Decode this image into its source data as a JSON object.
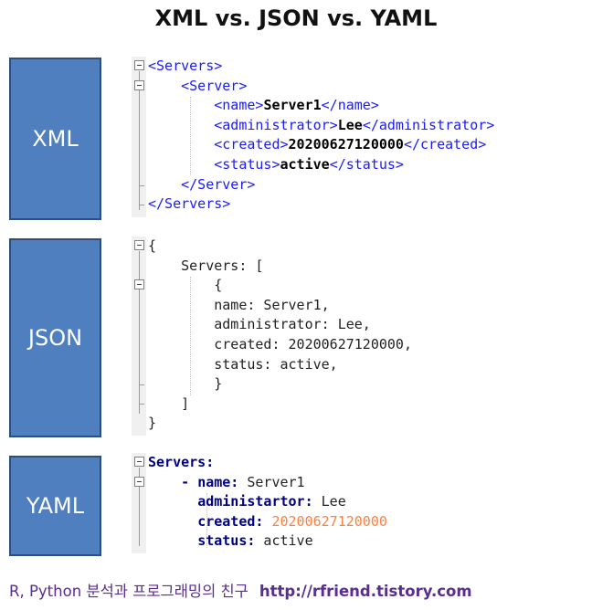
{
  "title": "XML vs. JSON vs. YAML",
  "labels": {
    "xml": "XML",
    "json": "JSON",
    "yaml": "YAML"
  },
  "xml": {
    "servers_open": "<Servers>",
    "server_open": "<Server>",
    "name_open": "<name>",
    "name_value": "Server1",
    "name_close": "</name>",
    "admin_open": "<administrator>",
    "admin_value": "Lee",
    "admin_close": "</administrator>",
    "created_open": "<created>",
    "created_value": "20200627120000",
    "created_close": "</created>",
    "status_open": "<status>",
    "status_value": "active",
    "status_close": "</status>",
    "server_close": "</Server>",
    "servers_close": "</Servers>"
  },
  "json": {
    "lines": [
      "{",
      "    Servers: [",
      "        {",
      "        name: Server1,",
      "        administrator: Lee,",
      "        created: 20200627120000,",
      "        status: active,",
      "        }",
      "    ]",
      "}"
    ]
  },
  "yaml": {
    "root_key": "Servers:",
    "dash": "- ",
    "name_key": "name:",
    "name_value": " Server1",
    "admin_key": "administartor:",
    "admin_value": " Lee",
    "created_key": "created:",
    "created_value": " 20200627120000",
    "status_key": "status:",
    "status_value": " active"
  },
  "footer": {
    "text": "R, Python 분석과 프로그래밍의 친구",
    "url": "http://rfriend.tistory.com"
  },
  "colors": {
    "label_box": "#4F7FBE",
    "xml_tag": "#1a1aff",
    "yaml_key": "#000080",
    "yaml_number": "#FF8040",
    "footer": "#5B2C91"
  },
  "icons": [
    "fold-minus-icon"
  ]
}
